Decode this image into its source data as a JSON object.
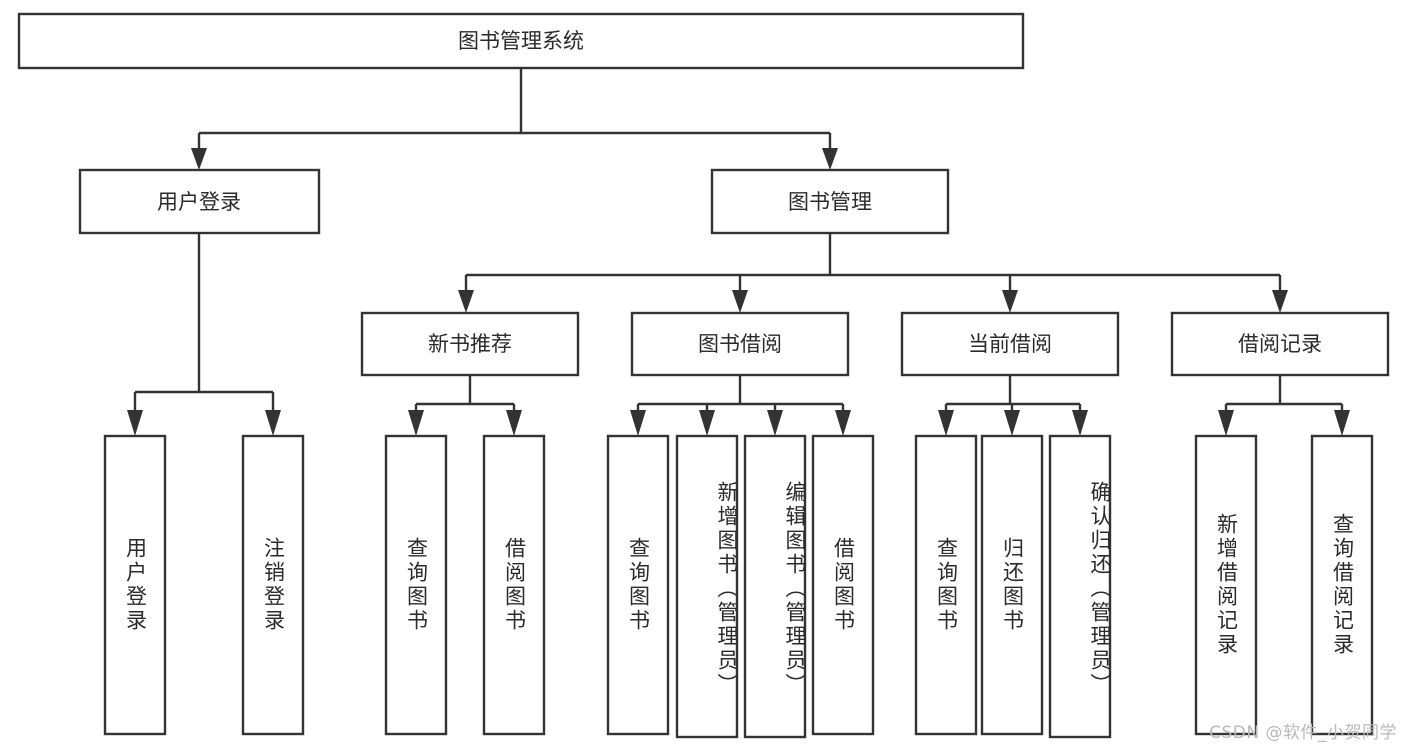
{
  "diagram": {
    "type": "tree-hierarchy",
    "title": "图书管理系统",
    "orientation": "top-down",
    "colors": {
      "box_stroke": "#333333",
      "box_fill": "#ffffff",
      "text": "#2b2b2b",
      "watermark": "#b9b9b9",
      "background": "#ffffff"
    },
    "root": {
      "label": "图书管理系统"
    },
    "level1": [
      {
        "label": "用户登录"
      },
      {
        "label": "图书管理"
      }
    ],
    "level2": [
      {
        "label": "新书推荐"
      },
      {
        "label": "图书借阅"
      },
      {
        "label": "当前借阅"
      },
      {
        "label": "借阅记录"
      }
    ],
    "leaves": {
      "user_login": [
        {
          "label": "用户登录"
        },
        {
          "label": "注销登录"
        }
      ],
      "new_book_recommend": [
        {
          "label": "查询图书"
        },
        {
          "label": "借阅图书"
        }
      ],
      "book_borrow": [
        {
          "label": "查询图书"
        },
        {
          "label": "新增图书（管理员）"
        },
        {
          "label": "编辑图书（管理员）"
        },
        {
          "label": "借阅图书"
        }
      ],
      "current_borrow": [
        {
          "label": "查询图书"
        },
        {
          "label": "归还图书"
        },
        {
          "label": "确认归还（管理员）"
        }
      ],
      "borrow_record": [
        {
          "label": "新增借阅记录"
        },
        {
          "label": "查询借阅记录"
        }
      ]
    }
  },
  "watermark": {
    "text": "CSDN @软件_小贺同学"
  }
}
